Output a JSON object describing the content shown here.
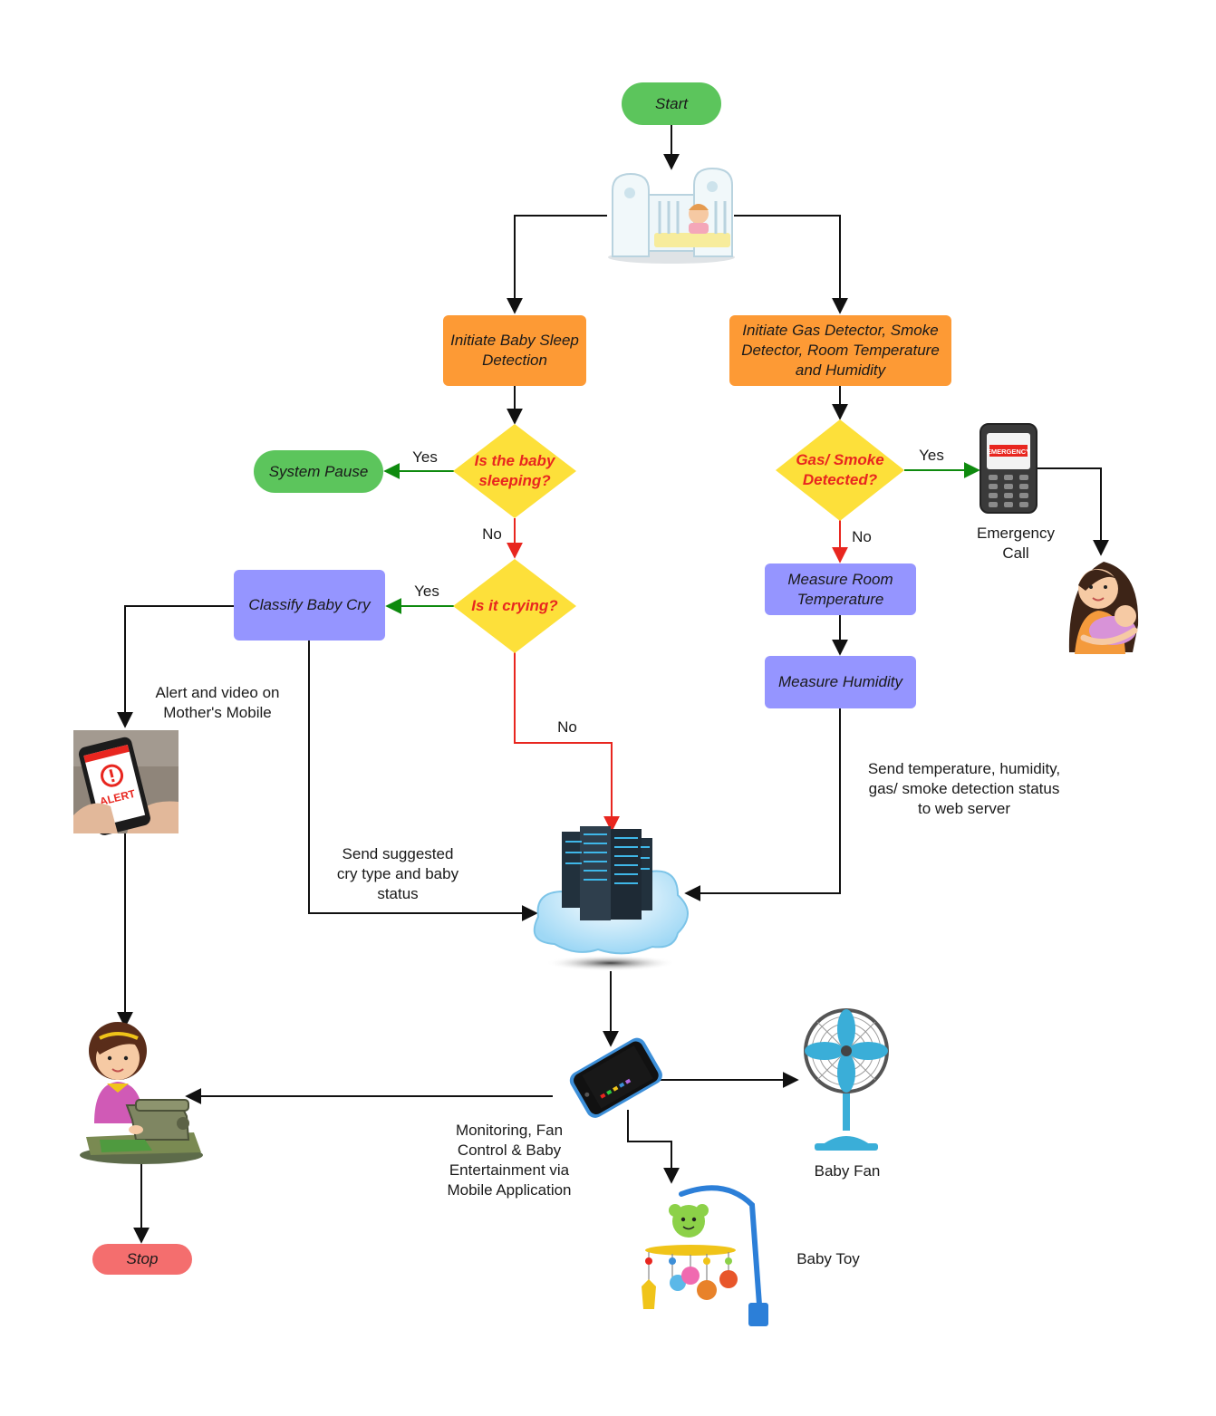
{
  "nodes": {
    "start": "Start",
    "stop": "Stop",
    "system_pause": "System Pause",
    "initiate_sleep": "Initiate Baby Sleep Detection",
    "initiate_sensors": "Initiate Gas Detector, Smoke Detector, Room Temperature and Humidity",
    "classify_cry": "Classify Baby Cry",
    "measure_temp": "Measure Room Temperature",
    "measure_humidity": "Measure Humidity"
  },
  "decisions": {
    "sleeping": "Is the baby sleeping?",
    "crying": "Is it crying?",
    "gas_smoke": "Gas/ Smoke Detected?"
  },
  "edge_labels": {
    "sleeping_yes": "Yes",
    "sleeping_no": "No",
    "crying_yes": "Yes",
    "crying_no": "No",
    "gas_yes": "Yes",
    "gas_no": "No",
    "alert_video": "Alert and video on\nMother's Mobile",
    "send_cry": "Send suggested\ncry type and baby\nstatus",
    "send_env": "Send temperature, humidity,\ngas/ smoke detection status\nto web server",
    "mobile_app": "Monitoring, Fan\nControl & Baby\nEntertainment via\nMobile Application"
  },
  "captions": {
    "emergency_call": "Emergency\nCall",
    "baby_fan": "Baby Fan",
    "baby_toy": "Baby Toy",
    "alert_badge": "ALERT",
    "emergency_badge": "EMERGENCY"
  },
  "colors": {
    "terminal_green": "#5cc55c",
    "terminal_red": "#f46e6e",
    "process_orange": "#fd9a35",
    "process_purple": "#9595ff",
    "decision_yellow": "#fde03a",
    "decision_text": "#e8261f",
    "yes_arrow": "#0e8a0e",
    "no_arrow": "#e8261f",
    "flow_arrow": "#111111"
  }
}
